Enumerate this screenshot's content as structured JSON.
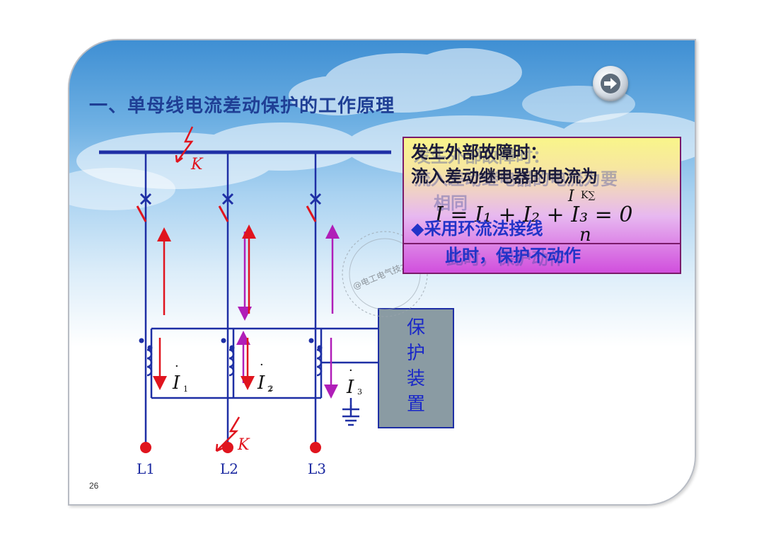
{
  "slide": {
    "title": "一、单母线电流差动保护的工作原理",
    "page_number": "26"
  },
  "fault_labels": {
    "bus_fault": "K",
    "line_fault": "K"
  },
  "lines": [
    "L1",
    "L2",
    "L3"
  ],
  "currents": {
    "symbol": "I",
    "dot": "·",
    "subscripts": [
      "1",
      "2",
      "3"
    ],
    "overlap_subscript": "2"
  },
  "protection_device": {
    "label": "保\n护\n装\n置"
  },
  "info_box": {
    "heading": "发生外部故障时：",
    "heading_ghost": "发生外部故障时：",
    "line2": "流入差动继电器的电流为",
    "line2_ghost": "流入差动继电器的电流为要",
    "line3_ghost": "相同",
    "formula_main": "I = I₁ + I₂ + I₃ = 0",
    "formula_sub": "I",
    "formula_sub_index": "K∑",
    "formula_fraction_den": "n",
    "bullet": "◆采用环流法接线",
    "footer": "此时，保护不动作",
    "footer_ghost": "此时，保护动作"
  },
  "watermark": {
    "text": "@电工电气技术圈"
  },
  "colors": {
    "title": "#1f3f95",
    "circuit_line": "#1e2fa5",
    "current_arrow": "#e0141e",
    "current_arrow_alt": "#b01eb8",
    "terminal_dot": "#e0141e",
    "box_border": "#7a1a6a"
  },
  "icons": {
    "nav": "arrow-right-icon",
    "ground": "ground-icon",
    "breaker": "breaker-x-icon"
  }
}
